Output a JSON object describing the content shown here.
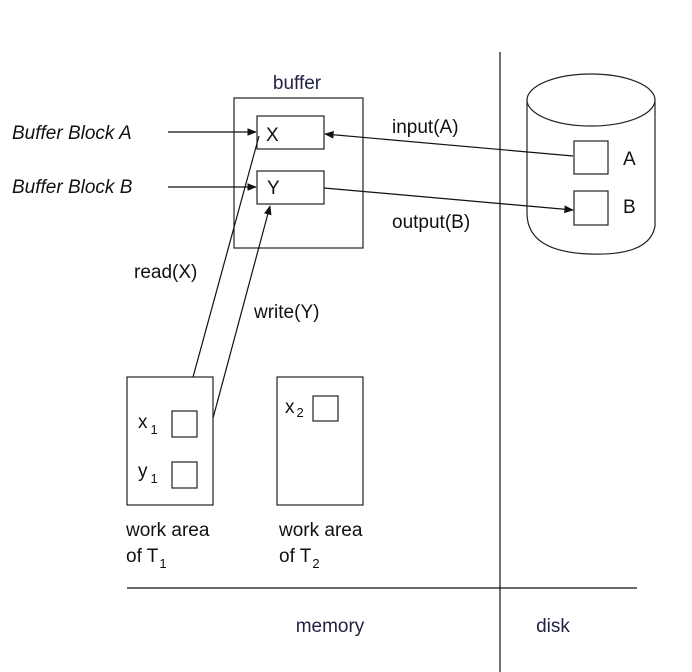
{
  "buffer": {
    "title": "buffer",
    "block_x": "X",
    "block_y": "Y"
  },
  "external_labels": {
    "block_a": "Buffer Block A",
    "block_b": "Buffer Block B"
  },
  "operations": {
    "input": "input(A)",
    "output": "output(B)",
    "read": "read(X)",
    "write": "write(Y)"
  },
  "disk": {
    "block_a": "A",
    "block_b": "B"
  },
  "work_area_t1": {
    "x_var": "x",
    "x_sub": "1",
    "y_var": "y",
    "y_sub": "1",
    "caption_line1": "work area",
    "caption_line2_prefix": "of T",
    "caption_sub": "1"
  },
  "work_area_t2": {
    "x_var": "x",
    "x_sub": "2",
    "caption_line1": "work area",
    "caption_line2_prefix": "of T",
    "caption_sub": "2"
  },
  "regions": {
    "memory": "memory",
    "disk": "disk"
  }
}
